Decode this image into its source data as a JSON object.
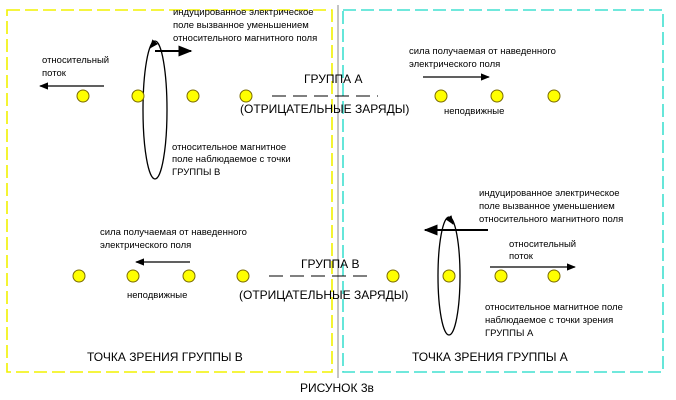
{
  "colors": {
    "left_frame": "#f2f200",
    "right_frame": "#40e0d0",
    "divider": "#8a8a8a",
    "charge_fill": "#ffff00",
    "charge_stroke": "#7a6a00",
    "ink": "#000000"
  },
  "top": {
    "induced_field": [
      "индуцированное электрическое",
      "поле вызванное уменьшением",
      "относительного магнитного поля"
    ],
    "relative_flow": [
      "относительный",
      "поток"
    ],
    "force_label": [
      "сила получаемая от наведенного",
      "электрического поля"
    ],
    "group_title": "ГРУППА А",
    "group_subtitle": "(ОТРИЦАТЕЛЬНЫЕ ЗАРЯДЫ)",
    "stationary": "неподвижные",
    "magnetic_view": [
      "относительное магнитное",
      "поле наблюдаемое с точки",
      "ГРУППЫ В"
    ]
  },
  "bottom": {
    "force_label": [
      "сила получаемая от наведенного",
      "электрического поля"
    ],
    "stationary": "неподвижные",
    "group_title": "ГРУППА В",
    "group_subtitle": "(ОТРИЦАТЕЛЬНЫЕ ЗАРЯДЫ)",
    "induced_field": [
      "индуцированное электрическое",
      "поле вызванное уменьшением",
      "относительного магнитного поля"
    ],
    "relative_flow": [
      "относительный",
      "поток"
    ],
    "magnetic_view": [
      "относительное магнитное поле",
      "наблюдаемое с точки зрения",
      "ГРУППЫ А"
    ]
  },
  "viewpoint_left": "ТОЧКА ЗРЕНИЯ ГРУППЫ В",
  "viewpoint_right": "ТОЧКА ЗРЕНИЯ ГРУППЫ А",
  "figure_caption": "РИСУНОК 3в"
}
